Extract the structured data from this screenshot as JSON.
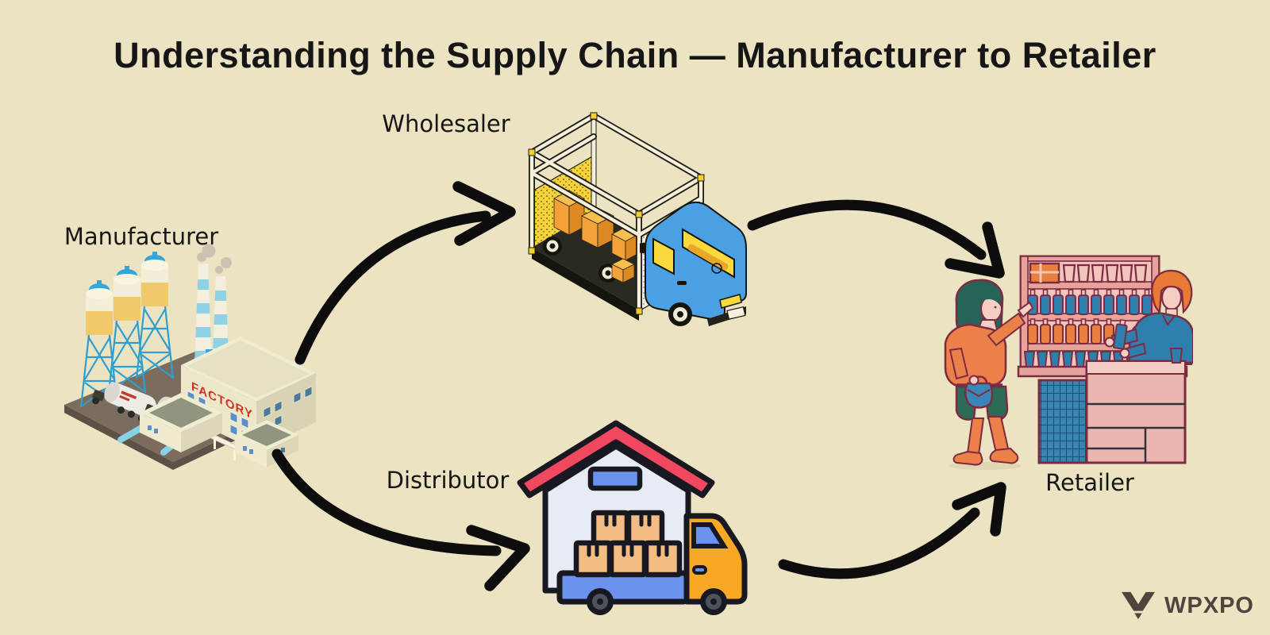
{
  "title": "Understanding the Supply Chain — Manufacturer to Retailer",
  "colors": {
    "background": "#ece3c2",
    "text": "#161616",
    "arrow": "#0d0d0d",
    "logo": "#4e463c"
  },
  "nodes": {
    "manufacturer": {
      "label": "Manufacturer",
      "illustration": "isometric-factory-with-silos-chimneys-and-tanker-trucks",
      "sign_text": "FACTORY"
    },
    "wholesaler": {
      "label": "Wholesaler",
      "illustration": "isometric-box-truck-loaded-with-cargo-boxes"
    },
    "distributor": {
      "label": "Distributor",
      "illustration": "warehouse-with-flatbed-delivery-truck-and-boxes"
    },
    "retailer": {
      "label": "Retailer",
      "illustration": "store-shelves-with-customer-and-shopkeeper"
    }
  },
  "edges": [
    {
      "from": "Manufacturer",
      "to": "Wholesaler"
    },
    {
      "from": "Wholesaler",
      "to": "Retailer"
    },
    {
      "from": "Manufacturer",
      "to": "Distributor"
    },
    {
      "from": "Distributor",
      "to": "Retailer"
    }
  ],
  "watermark": {
    "brand": "WPXPO"
  }
}
